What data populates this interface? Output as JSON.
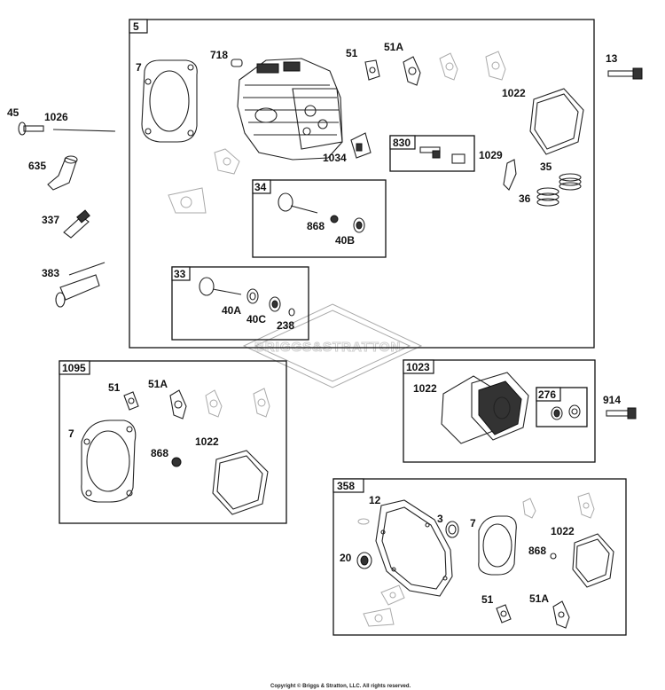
{
  "boxes": {
    "b5": "5",
    "b34": "34",
    "b33": "33",
    "b830": "830",
    "b1095": "1095",
    "b1023": "1023",
    "b276": "276",
    "b358": "358"
  },
  "callouts": {
    "c7a": "7",
    "c718": "718",
    "c51a": "51",
    "c51Aa": "51A",
    "c13": "13",
    "c1022a": "1022",
    "c45": "45",
    "c1026": "1026",
    "c635": "635",
    "c1034": "1034",
    "c1029": "1029",
    "c35": "35",
    "c36": "36",
    "c337": "337",
    "c868a": "868",
    "c40B": "40B",
    "c383": "383",
    "c40A": "40A",
    "c40C": "40C",
    "c238": "238",
    "c51b": "51",
    "c51Ab": "51A",
    "c7b": "7",
    "c868b": "868",
    "c1022b": "1022",
    "c1022c": "1022",
    "c914": "914",
    "c12": "12",
    "c3": "3",
    "c7c": "7",
    "c1022d": "1022",
    "c20": "20",
    "c868c": "868",
    "c51c": "51",
    "c51Ac": "51A"
  },
  "watermark": "BRIGGS&STRATTON",
  "copyright": "Copyright © Briggs & Stratton, LLC. All rights reserved."
}
